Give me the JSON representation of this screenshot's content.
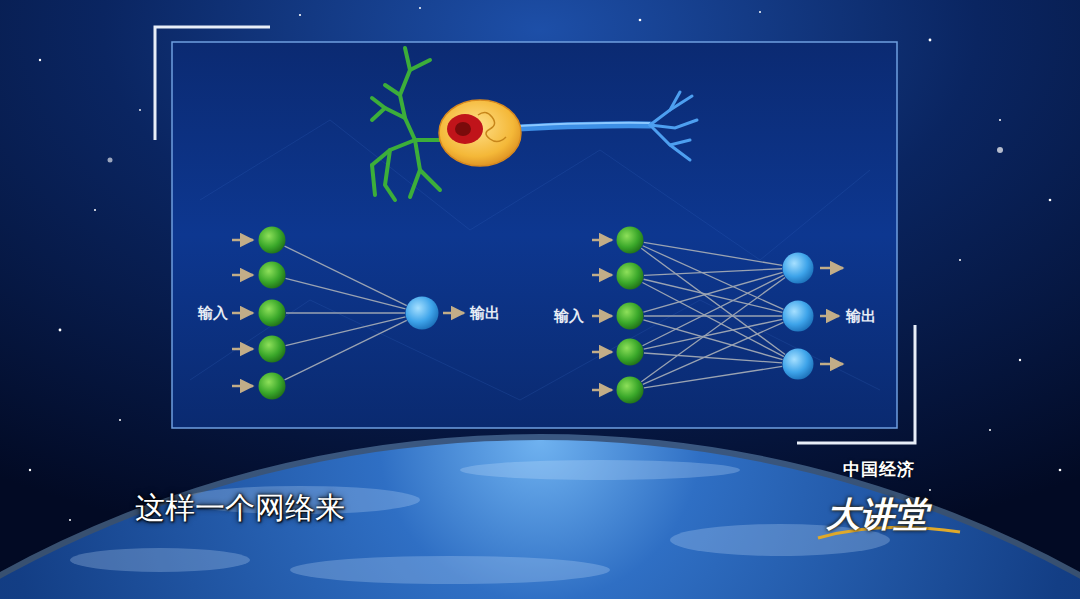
{
  "diagram": {
    "caption": "这样一个网络来",
    "nodes": [
      {
        "text": []
      },
      {
        "text": []
      },
      {
        "text": []
      },
      {
        "text": []
      },
      {
        "text": []
      },
      {
        "text": []
      },
      {
        "text": []
      },
      {
        "text": []
      },
      {
        "text": []
      },
      {
        "text": []
      },
      {
        "text": []
      },
      {
        "text": []
      },
      {
        "text": []
      },
      {
        "text": []
      }
    ],
    "edges": [
      {
        "from": 0,
        "to": 5,
        "arrow": "none"
      },
      {
        "from": 1,
        "to": 5,
        "arrow": "none"
      },
      {
        "from": 2,
        "to": 5,
        "arrow": "none"
      },
      {
        "from": 3,
        "to": 5,
        "arrow": "none"
      },
      {
        "from": 4,
        "to": 5,
        "arrow": "none"
      },
      {
        "from": 6,
        "to": 11,
        "arrow": "none"
      },
      {
        "from": 6,
        "to": 12,
        "arrow": "none"
      },
      {
        "from": 6,
        "to": 13,
        "arrow": "none"
      },
      {
        "from": 7,
        "to": 11,
        "arrow": "none"
      },
      {
        "from": 7,
        "to": 12,
        "arrow": "none"
      },
      {
        "from": 7,
        "to": 13,
        "arrow": "none"
      },
      {
        "from": 8,
        "to": 11,
        "arrow": "none"
      },
      {
        "from": 8,
        "to": 12,
        "arrow": "none"
      },
      {
        "from": 8,
        "to": 13,
        "arrow": "none"
      },
      {
        "from": 9,
        "to": 11,
        "arrow": "none"
      },
      {
        "from": 9,
        "to": 12,
        "arrow": "none"
      },
      {
        "from": 9,
        "to": 13,
        "arrow": "none"
      },
      {
        "from": 10,
        "to": 11,
        "arrow": "none"
      },
      {
        "from": 10,
        "to": 12,
        "arrow": "none"
      },
      {
        "from": 10,
        "to": 13,
        "arrow": "none"
      }
    ],
    "labels": [
      "输入",
      "输出",
      "输入",
      "输出",
      "中国经济",
      "大讲堂"
    ]
  }
}
